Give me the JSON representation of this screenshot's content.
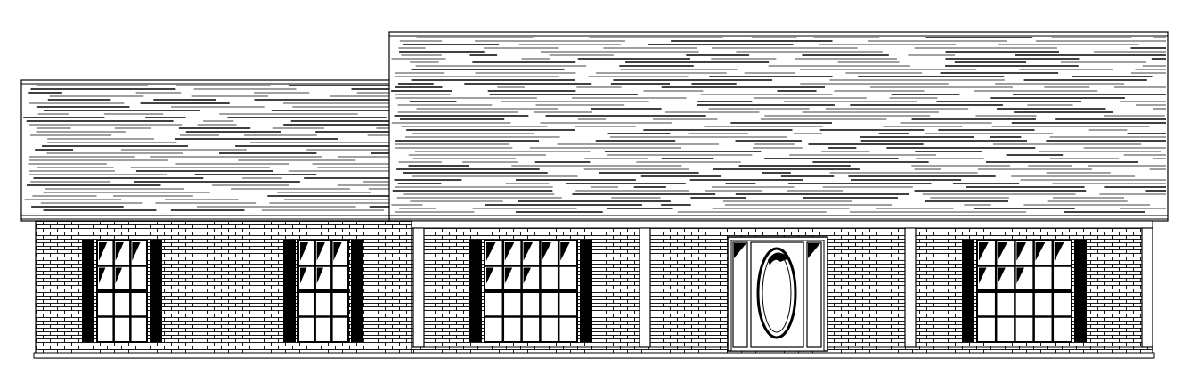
{
  "drawing": {
    "subject": "house-front-elevation",
    "line_color": "#000000",
    "fill_color": "#ffffff",
    "brick_mortar_color": "#000000",
    "roof_sections": [
      {
        "name": "left-low-roof",
        "material": "shingle"
      },
      {
        "name": "right-high-roof",
        "material": "shingle"
      }
    ],
    "walls": [
      {
        "name": "left-wing-wall",
        "material": "brick"
      },
      {
        "name": "porch-wall",
        "material": "brick"
      }
    ],
    "windows": [
      {
        "name": "window-1",
        "panes_wide": 3,
        "panes_high": 4,
        "shutters": true
      },
      {
        "name": "window-2",
        "panes_wide": 3,
        "panes_high": 4,
        "shutters": true
      },
      {
        "name": "window-3",
        "panes_wide": 5,
        "panes_high": 4,
        "shutters": true
      },
      {
        "name": "window-4",
        "panes_wide": 5,
        "panes_high": 4,
        "shutters": true
      }
    ],
    "columns": 4,
    "door": {
      "style": "oval-glass",
      "sidelights": 2
    }
  }
}
